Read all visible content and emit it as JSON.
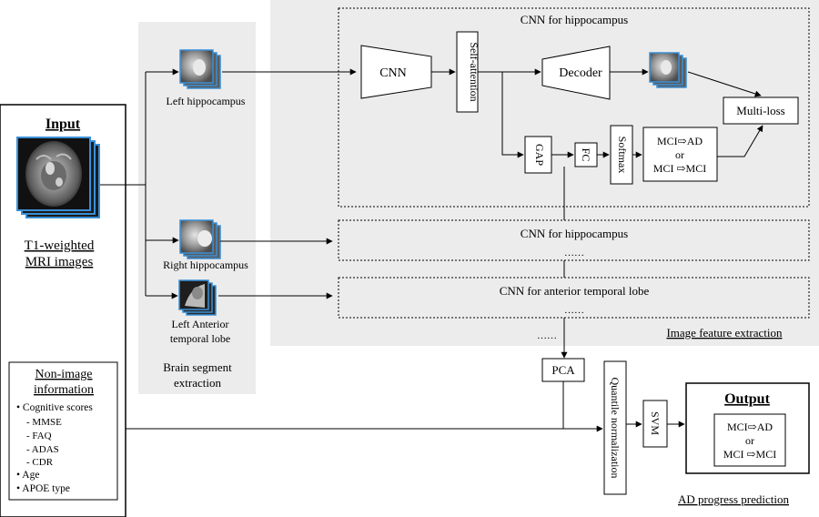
{
  "input": {
    "title": "Input",
    "mri_caption_line1": "T1-weighted",
    "mri_caption_line2": "MRI images",
    "non_image_title_line1": "Non-image",
    "non_image_title_line2": "information",
    "non_image_items": [
      "• Cognitive scores",
      "- MMSE",
      "- FAQ",
      "- ADAS",
      "- CDR",
      "• Age",
      "• APOE type"
    ]
  },
  "segments": {
    "left_hippocampus": "Left hippocampus",
    "right_hippocampus": "Right hippocampus",
    "left_atl_line1": "Left Anterior",
    "left_atl_line2": "temporal lobe",
    "panel_label_line1": "Brain segment",
    "panel_label_line2": "extraction"
  },
  "cnn": {
    "title": "CNN for hippocampus",
    "encoder": "CNN",
    "self_attention": "Self-attention",
    "decoder": "Decoder",
    "gap": "GAP",
    "fc": "FC",
    "softmax": "Softmax",
    "class_line1": "MCI⇨AD",
    "class_line2": "or",
    "class_line3": "MCI ⇨MCI",
    "multi_loss": "Multi-loss",
    "second_title": "CNN for hippocampus",
    "second_dots": "……",
    "third_title": "CNN for anterior temporal lobe",
    "third_dots": "……",
    "between_dots": "……",
    "panel_label": "Image feature extraction"
  },
  "fusion": {
    "pca": "PCA",
    "quantile": "Quantile normalization",
    "svm": "SVM"
  },
  "output": {
    "title": "Output",
    "line1": "MCI⇨AD",
    "line2": "or",
    "line3": "MCI ⇨MCI",
    "caption": "AD progress prediction"
  },
  "colors": {
    "panel_bg": "#ececec",
    "thumb_frame": "#3a8fd6",
    "line": "#000000"
  }
}
